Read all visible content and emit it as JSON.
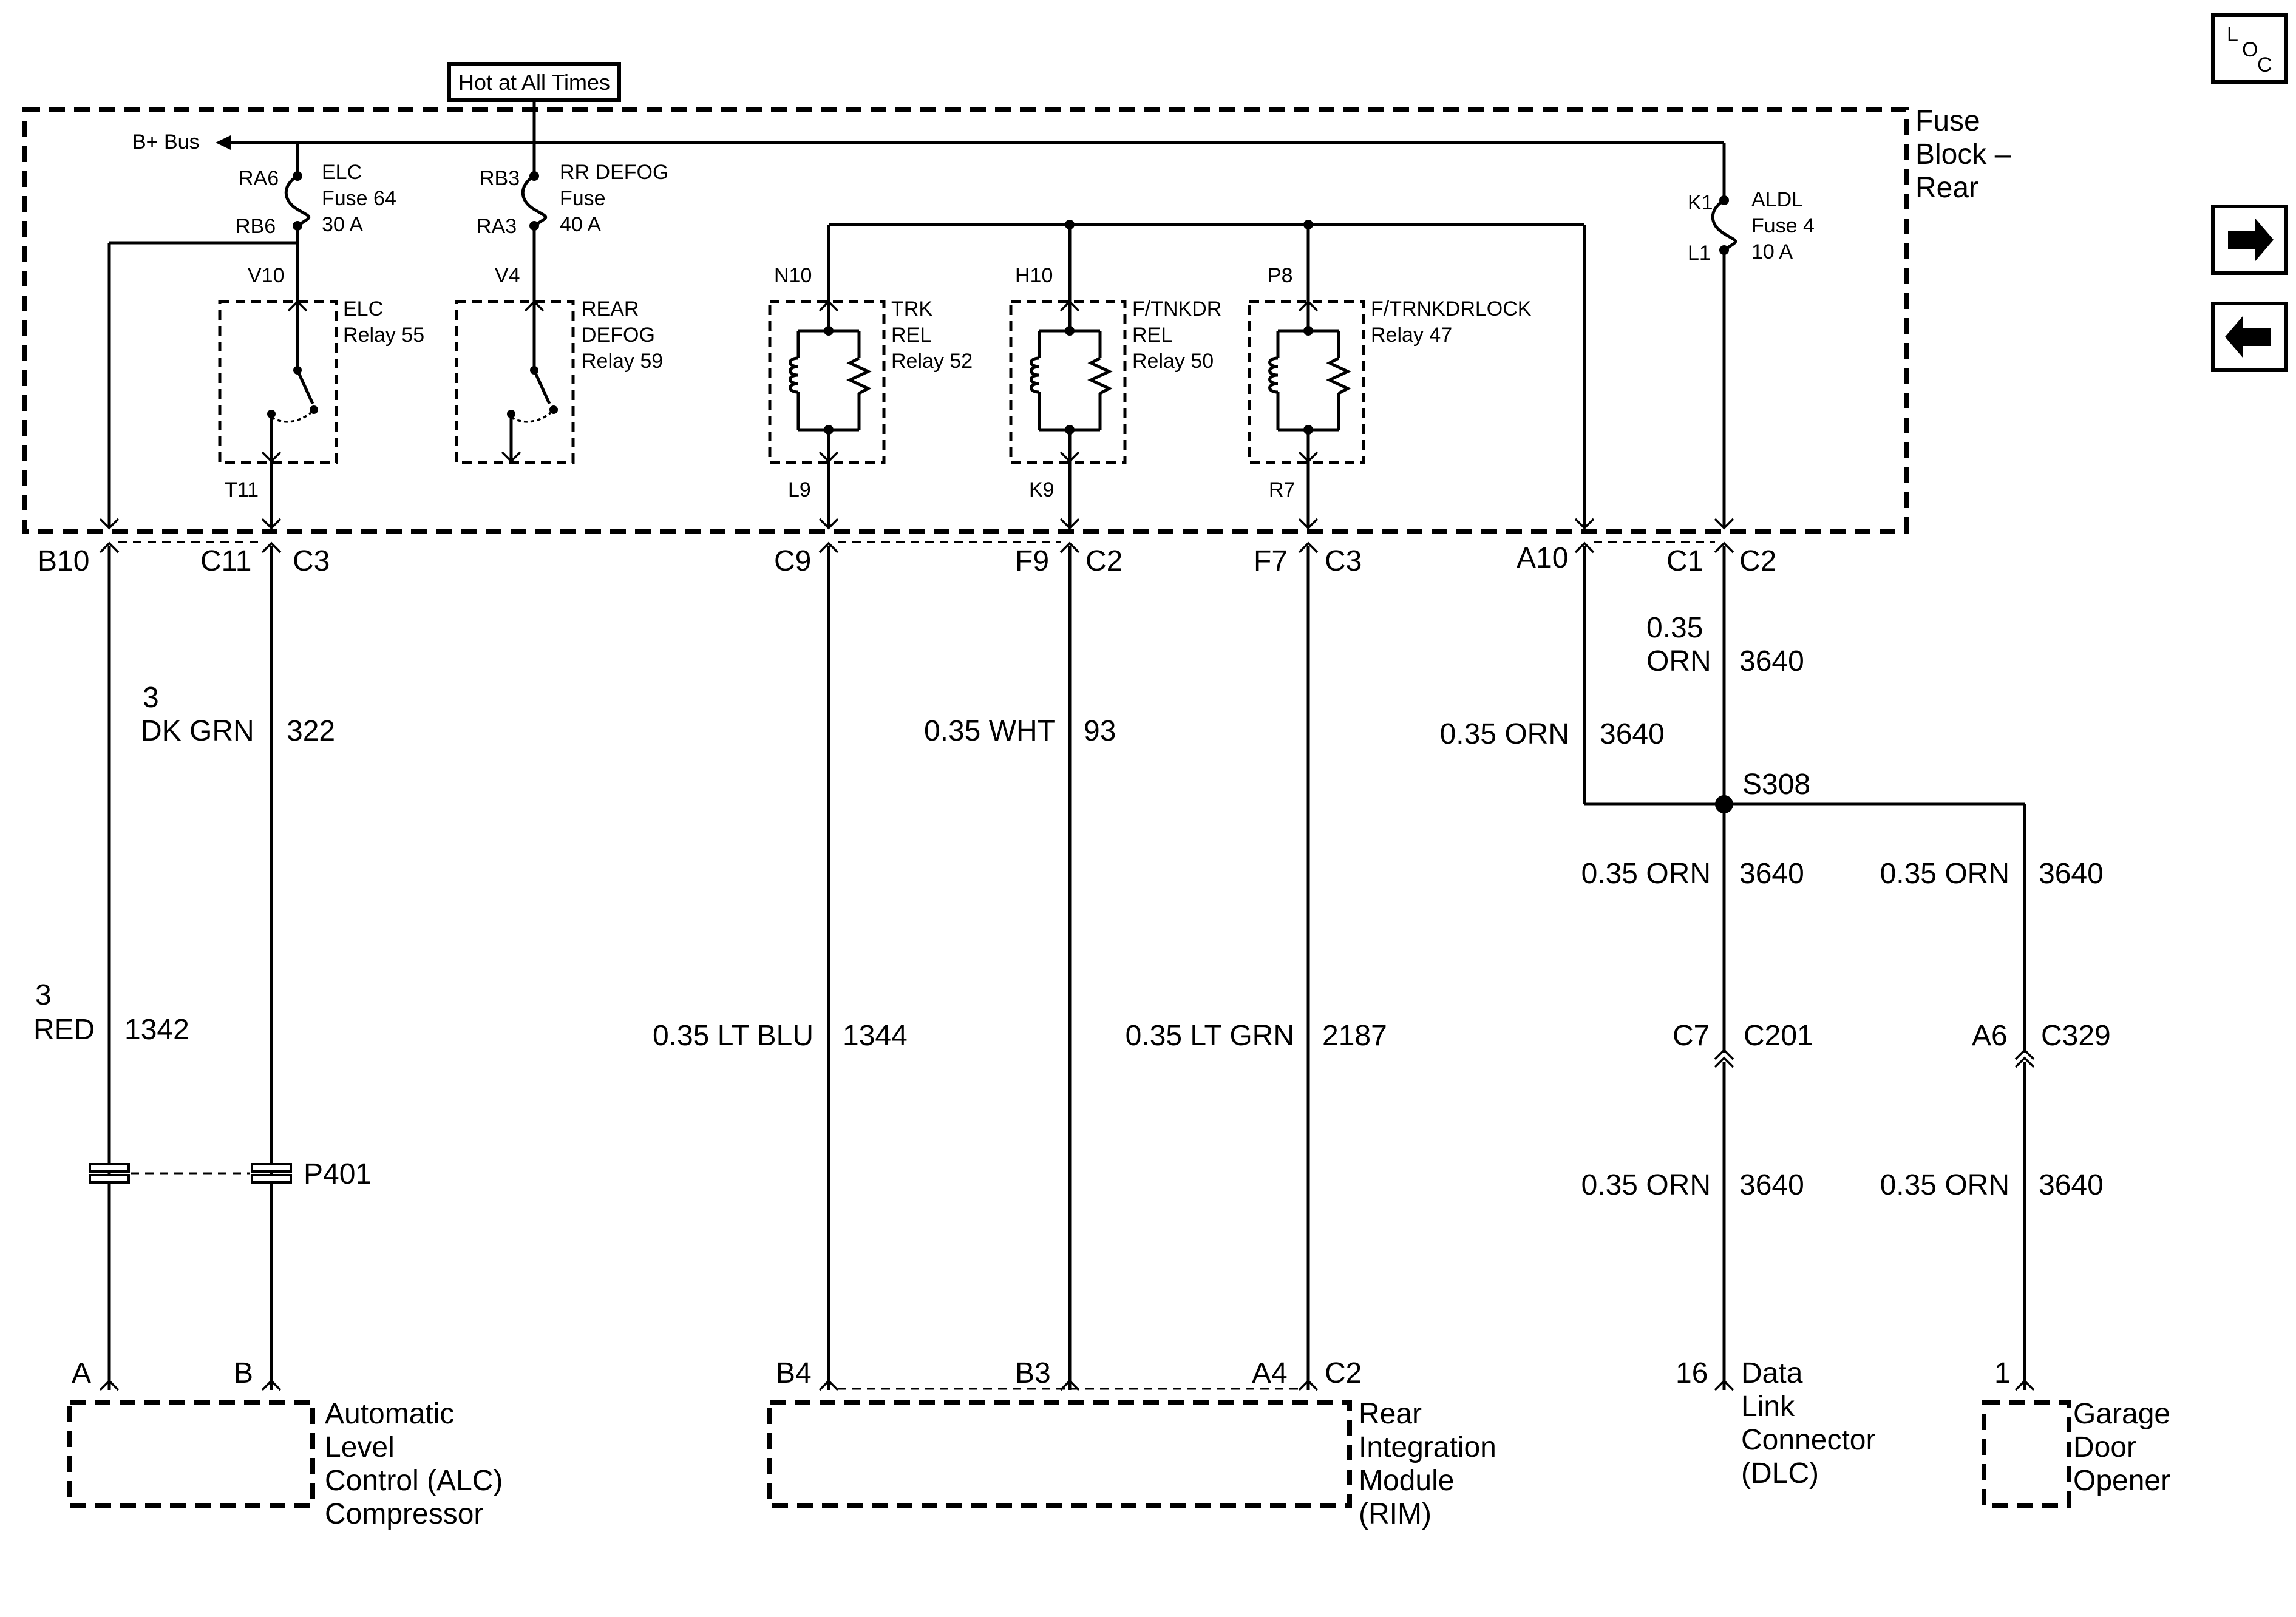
{
  "hot_label": "Hot at All Times",
  "fuse_block": {
    "title": [
      "Fuse",
      "Block –",
      "Rear"
    ]
  },
  "bplus_label": "B+ Bus",
  "loc_icon": [
    "L",
    "O",
    "C"
  ],
  "nav": {
    "next": "next-arrow-icon",
    "prev": "prev-arrow-icon"
  },
  "fuses": [
    {
      "terms": [
        "RA6",
        "RB6"
      ],
      "lines": [
        "ELC",
        "Fuse 64",
        "30 A"
      ]
    },
    {
      "terms": [
        "RB3",
        "RA3"
      ],
      "lines": [
        "RR DEFOG",
        "Fuse",
        "40 A"
      ]
    },
    {
      "terms": [
        "K1",
        "L1"
      ],
      "lines": [
        "ALDL",
        "Fuse 4",
        "10 A"
      ]
    }
  ],
  "relays": [
    {
      "top": "V10",
      "bottom": "T11",
      "lines": [
        "ELC",
        "Relay 55"
      ]
    },
    {
      "top": "V4",
      "bottom": "",
      "lines": [
        "REAR",
        "DEFOG",
        "Relay 59"
      ]
    },
    {
      "top": "N10",
      "bottom": "L9",
      "lines": [
        "TRK",
        "REL",
        "Relay 52"
      ]
    },
    {
      "top": "H10",
      "bottom": "K9",
      "lines": [
        "F/TNKDR",
        "REL",
        "Relay 50"
      ]
    },
    {
      "top": "P8",
      "bottom": "R7",
      "lines": [
        "F/TRNKDRLOCK",
        "Relay 47"
      ]
    }
  ],
  "connectors": {
    "b10": "B10",
    "c11": "C11",
    "c3a": "C3",
    "c9": "C9",
    "f9": "F9",
    "c2a": "C2",
    "f7": "F7",
    "c3b": "C3",
    "a10": "A10",
    "c1": "C1",
    "c2b": "C2"
  },
  "wires": {
    "red": [
      "3",
      "RED",
      "1342"
    ],
    "dkgrn": [
      "3",
      "DK GRN",
      "322"
    ],
    "ltblu": [
      "0.35 LT BLU",
      "1344"
    ],
    "wht": [
      "0.35 WHT",
      "93"
    ],
    "ltgrn": [
      "0.35 LT GRN",
      "2187"
    ],
    "orn_a10": [
      "0.35 ORN",
      "3640"
    ],
    "orn_c1": [
      "0.35",
      "ORN",
      "3640"
    ],
    "orn_dlc_up": [
      "0.35 ORN",
      "3640"
    ],
    "orn_gdo_up": [
      "0.35 ORN",
      "3640"
    ],
    "orn_dlc_low": [
      "0.35 ORN",
      "3640"
    ],
    "orn_gdo_low": [
      "0.35 ORN",
      "3640"
    ]
  },
  "splice": "S308",
  "p401": "P401",
  "c201": {
    "pin": "C7",
    "name": "C201"
  },
  "c329": {
    "pin": "A6",
    "name": "C329"
  },
  "components": {
    "alc": {
      "pins": [
        "A",
        "B"
      ],
      "lines": [
        "Automatic",
        "Level",
        "Control (ALC)",
        "Compressor"
      ]
    },
    "rim": {
      "pins": [
        "B4",
        "B3",
        "A4",
        "C2"
      ],
      "lines": [
        "Rear",
        "Integration",
        "Module",
        "(RIM)"
      ]
    },
    "dlc": {
      "pin": "16",
      "lines": [
        "Data",
        "Link",
        "Connector",
        "(DLC)"
      ]
    },
    "gdo": {
      "pin": "1",
      "lines": [
        "Garage",
        "Door",
        "Opener"
      ]
    }
  }
}
